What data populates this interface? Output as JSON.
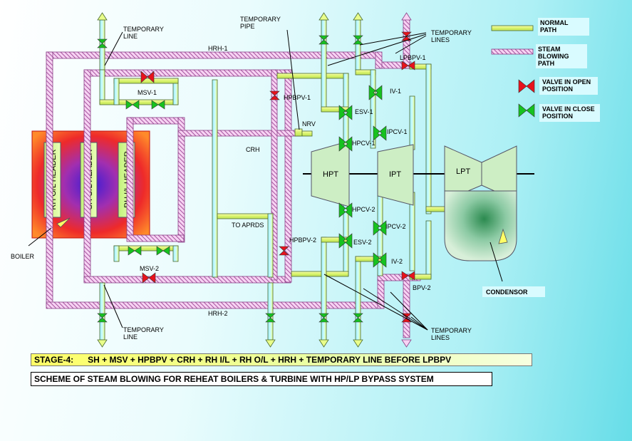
{
  "labels": {
    "temporary_line_top": [
      "TEMPORARY",
      "LINE"
    ],
    "temporary_pipe": [
      "TEMPORARY",
      "PIPE"
    ],
    "temporary_lines_top": [
      "TEMPORARY",
      "LINES"
    ],
    "temporary_line_bottom": [
      "TEMPORARY",
      "LINE"
    ],
    "temporary_lines_bottom": [
      "TEMPORARY",
      "LINES"
    ],
    "hrh1": "HRH-1",
    "hrh2": "HRH-2",
    "lpbpv1": "LPBPV-1",
    "msv1": "MSV-1",
    "msv2": "MSV-2",
    "hpbpv1": "HPBPV-1",
    "hpbpv2": "HPBPV-2",
    "nrv": "NRV",
    "crh": "CRH",
    "to_aprds": "TO APRDS",
    "iv1": "IV-1",
    "iv2": "IV-2",
    "esv1": "ESV-1",
    "esv2": "ESV-2",
    "hpcv1": "HPCV-1",
    "hpcv2": "HPCV-2",
    "ipcv1": "IPCV-1",
    "ipcv2": "IPCV-2",
    "bpv2": "BPV-2",
    "hpt": "HPT",
    "ipt": "IPT",
    "lpt": "LPT",
    "boiler": "BOILER",
    "condensor": "CONDENSOR",
    "rh_ol_header": "RH O/L HEADER",
    "sh_ol_header": "SH O/L HEADER",
    "rh_il_header": "RH I/L HEADER"
  },
  "legend": {
    "normal_path": [
      "NORMAL",
      "PATH"
    ],
    "steam_blowing_path": [
      "STEAM",
      "BLOWING",
      "PATH"
    ],
    "valve_open": [
      "VALVE IN OPEN",
      "POSITION"
    ],
    "valve_close": [
      "VALVE IN CLOSE",
      "POSITION"
    ]
  },
  "stage_text": "STAGE-4:      SH + MSV + HPBPV + CRH + RH I/L + RH O/L + HRH + TEMPORARY LINE BEFORE LPBPV",
  "caption_text": "SCHEME OF STEAM BLOWING FOR REHEAT BOILERS & TURBINE WITH HP/LP BYPASS SYSTEM",
  "colors": {
    "open_valve": "#e8121c",
    "closed_valve": "#16c21f",
    "normal_path": "#e2ff7a",
    "steam_blowing_path": "#f2c6ee",
    "turbine": "#cdeec4",
    "boiler_outer": "#ee2222",
    "boiler_inner": "#5a1fd0"
  }
}
